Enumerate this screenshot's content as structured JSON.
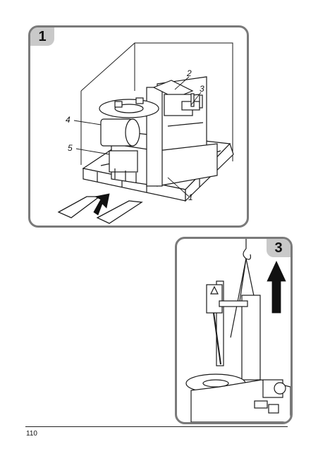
{
  "figures": [
    {
      "number": "1",
      "callouts": [
        "1",
        "2",
        "3",
        "4",
        "5"
      ]
    },
    {
      "number": "3"
    }
  ],
  "footer": {
    "page_number": "110"
  }
}
